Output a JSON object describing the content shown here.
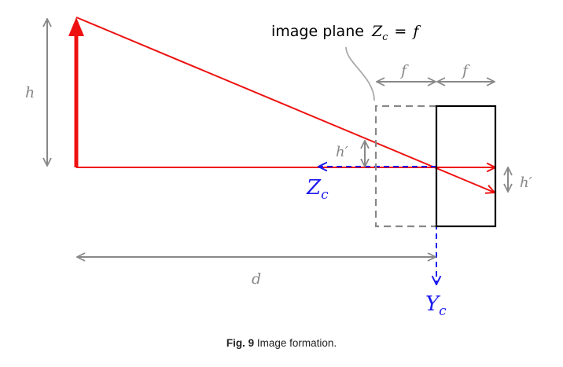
{
  "colors": {
    "ray": "#ee1111",
    "axis": "#1a1aee",
    "dimension": "#888888",
    "camera": "#000000",
    "image_plane": "#888888"
  },
  "labels": {
    "image_plane_prefix": "image plane",
    "image_plane_eq": "Zc = f",
    "h": "h",
    "h_prime_left": "h′",
    "h_prime_right": "h′",
    "f_left": "f",
    "f_right": "f",
    "d": "d",
    "zc_main": "Z",
    "zc_sub": "c",
    "yc_main": "Y",
    "yc_sub": "c"
  },
  "caption": {
    "figure_number": "Fig. 9",
    "text": "Image formation."
  }
}
